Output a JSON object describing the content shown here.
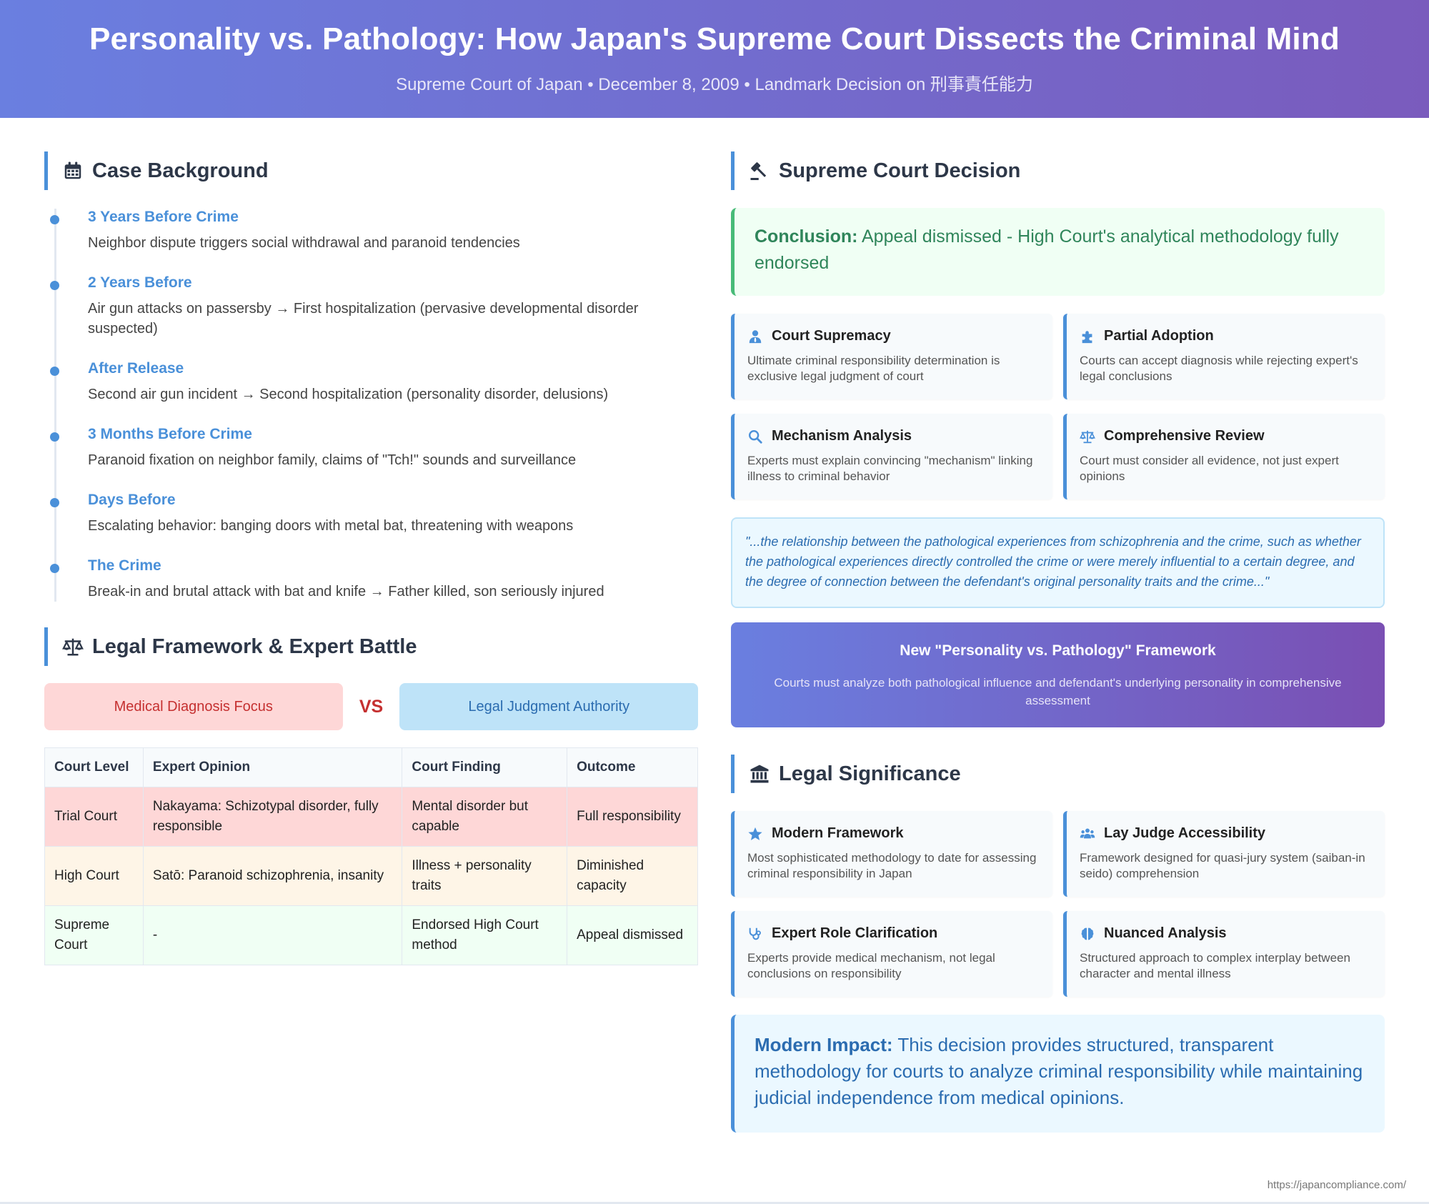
{
  "header": {
    "title": "Personality vs. Pathology: How Japan's Supreme Court Dissects the Criminal Mind",
    "subtitle": "Supreme Court of Japan • December 8, 2009 • Landmark Decision on 刑事責任能力"
  },
  "background": {
    "title": "Case Background",
    "icon": "calendar-icon",
    "timeline": [
      {
        "date": "3 Years Before Crime",
        "desc": "Neighbor dispute triggers social withdrawal and paranoid tendencies"
      },
      {
        "date": "2 Years Before",
        "desc": "Air gun attacks on passersby → First hospitalization (pervasive developmental disorder suspected)"
      },
      {
        "date": "After Release",
        "desc": "Second air gun incident → Second hospitalization (personality disorder, delusions)"
      },
      {
        "date": "3 Months Before Crime",
        "desc": "Paranoid fixation on neighbor family, claims of \"Tch!\" sounds and surveillance"
      },
      {
        "date": "Days Before",
        "desc": "Escalating behavior: banging doors with metal bat, threatening with weapons"
      },
      {
        "date": "The Crime",
        "desc": "Break-in and brutal attack with bat and knife → Father killed, son seriously injured"
      }
    ]
  },
  "framework": {
    "title": "Legal Framework & Expert Battle",
    "icon": "scale-icon",
    "left_label": "Medical Diagnosis Focus",
    "vs": "VS",
    "right_label": "Legal Judgment Authority",
    "table": {
      "headers": [
        "Court Level",
        "Expert Opinion",
        "Court Finding",
        "Outcome"
      ],
      "rows": [
        [
          "Trial Court",
          "Nakayama: Schizotypal disorder, fully responsible",
          "Mental disorder but capable",
          "Full responsibility"
        ],
        [
          "High Court",
          "Satō: Paranoid schizophrenia, insanity",
          "Illness + personality traits",
          "Diminished capacity"
        ],
        [
          "Supreme Court",
          "-",
          "Endorsed High Court method",
          "Appeal dismissed"
        ]
      ]
    }
  },
  "decision": {
    "title": "Supreme Court Decision",
    "icon": "gavel-icon",
    "conclusion_label": "Conclusion:",
    "conclusion_text": " Appeal dismissed - High Court's analytical methodology fully endorsed",
    "cards": [
      {
        "icon": "user-tie-icon",
        "title": "Court Supremacy",
        "desc": "Ultimate criminal responsibility determination is exclusive legal judgment of court"
      },
      {
        "icon": "puzzle-icon",
        "title": "Partial Adoption",
        "desc": "Courts can accept diagnosis while rejecting expert's legal conclusions"
      },
      {
        "icon": "search-icon",
        "title": "Mechanism Analysis",
        "desc": "Experts must explain convincing \"mechanism\" linking illness to criminal behavior"
      },
      {
        "icon": "scale-icon",
        "title": "Comprehensive Review",
        "desc": "Court must consider all evidence, not just expert opinions"
      }
    ],
    "quote": "\"...the relationship between the pathological experiences from schizophrenia and the crime, such as whether the pathological experiences directly controlled the crime or were merely influential to a certain degree, and the degree of connection between the defendant's original personality traits and the crime...\"",
    "framework_title": "New \"Personality vs. Pathology\" Framework",
    "framework_desc": "Courts must analyze both pathological influence and defendant's underlying personality in comprehensive assessment"
  },
  "significance": {
    "title": "Legal Significance",
    "icon": "landmark-icon",
    "cards": [
      {
        "icon": "star-icon",
        "title": "Modern Framework",
        "desc": "Most sophisticated methodology to date for assessing criminal responsibility in Japan"
      },
      {
        "icon": "users-icon",
        "title": "Lay Judge Accessibility",
        "desc": "Framework designed for quasi-jury system (saiban-in seido) comprehension"
      },
      {
        "icon": "stethoscope-icon",
        "title": "Expert Role Clarification",
        "desc": "Experts provide medical mechanism, not legal conclusions on responsibility"
      },
      {
        "icon": "brain-icon",
        "title": "Nuanced Analysis",
        "desc": "Structured approach to complex interplay between character and mental illness"
      }
    ],
    "impact_label": "Modern Impact:",
    "impact_text": " This decision provides structured, transparent methodology for courts to analyze criminal responsibility while maintaining judicial independence from medical opinions."
  },
  "footer": {
    "url": "https://japancompliance.com/"
  },
  "colors": {
    "accent": "#4a90d9",
    "header_start": "#6a7fe0",
    "header_end": "#7a5bbd",
    "danger": "#c53030",
    "success": "#2f855a"
  }
}
